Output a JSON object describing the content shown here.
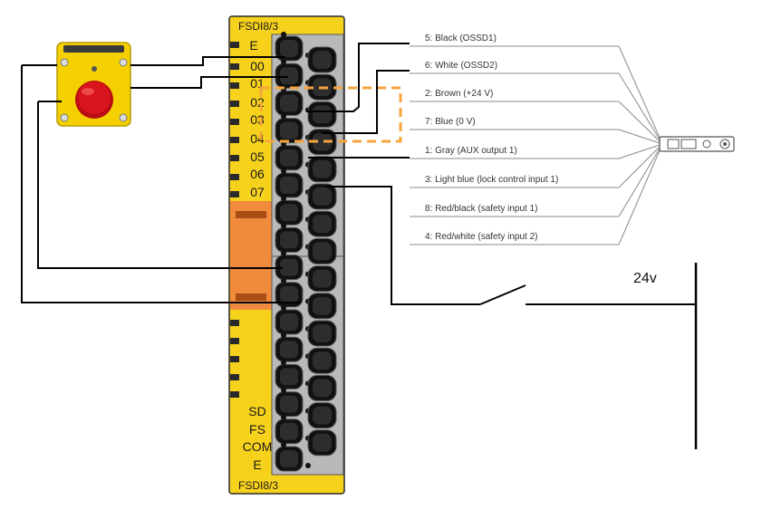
{
  "module": {
    "title_top": "FSDI8/3",
    "title_bottom": "FSDI8/3",
    "terminal_labels": [
      "E",
      "00",
      "01",
      "02",
      "03",
      "04",
      "05",
      "06",
      "07"
    ],
    "bottom_labels": [
      "SD",
      "FS",
      "COM",
      "E"
    ]
  },
  "sensor_wires": [
    "5: Black (OSSD1)",
    "6: White (OSSD2)",
    "2: Brown (+24 V)",
    "7: Blue (0 V)",
    "1: Gray (AUX output 1)",
    "3: Light blue (lock control input 1)",
    "8: Red/black (safety input 1)",
    "4: Red/white (safety input 2)"
  ],
  "supply": {
    "label": "24v"
  },
  "colors": {
    "module_yellow": "#f7d21c",
    "module_orange": "#f08a3c",
    "terminal_gray": "#b9b9b9",
    "estop_red": "#d8151c",
    "estop_yellow": "#f5d000",
    "dashed_orange": "#f5a53c",
    "wire": "#000000"
  },
  "icons": {
    "estop": "emergency-stop-button-icon",
    "sensor": "safety-sensor-icon",
    "switch": "switch-icon"
  }
}
